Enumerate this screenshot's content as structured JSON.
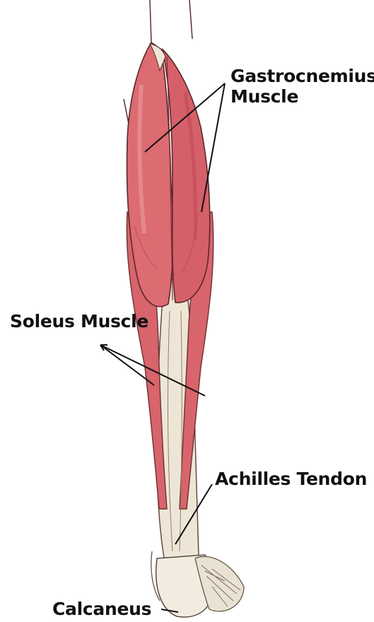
{
  "labels": {
    "gastrocnemius": {
      "line1": "Gastrocnemius",
      "line2": "Muscle"
    },
    "soleus": "Soleus Muscle",
    "achilles": "Achilles Tendon",
    "calcaneus": "Calcaneus"
  },
  "colors": {
    "muscle": "#dc6b72",
    "muscle_dark": "#b84550",
    "muscle_light": "#ec9aa0",
    "tendon": "#ede6d6",
    "outline": "#5a3030",
    "leader_line": "#111111",
    "label_text": "#111111",
    "background": "#ffffff"
  }
}
